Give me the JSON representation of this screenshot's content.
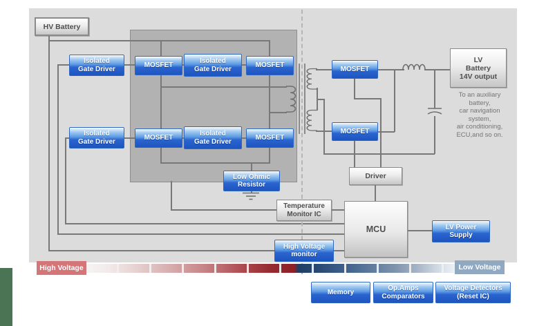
{
  "colors": {
    "canvas_bg": "#dcdcdc",
    "inner_box_bg": "#b2b2b2",
    "blue_box_top": "#a5ccf0",
    "blue_box_bottom": "#1e55c0",
    "wire": "#787878",
    "high_voltage_tag_bg": "#d47578",
    "low_voltage_tag_bg": "#90a8c0",
    "gradient_dark_red": "#8e2026",
    "gradient_dark_blue": "#1f3f66",
    "green_edge_strip": "#4b7454"
  },
  "blocks": {
    "hv_battery": {
      "label": "HV Battery"
    },
    "isolated_gate_driver": {
      "line1": "Isolated",
      "line2": "Gate Driver"
    },
    "mosfet": {
      "label": "MOSFET"
    },
    "low_ohmic_resistor": {
      "line1": "Low Ohmic",
      "line2": "Resistor"
    },
    "temperature_monitor": {
      "line1": "Temperature",
      "line2": "Monitor IC"
    },
    "high_voltage_monitor": {
      "line1": "High Voltage",
      "line2": "monitor"
    },
    "driver": {
      "label": "Driver"
    },
    "mcu": {
      "label": "MCU"
    },
    "lv_power_supply": {
      "line1": "LV Power",
      "line2": "Supply"
    },
    "lv_battery": {
      "line1": "LV",
      "line2": "Battery",
      "line3": "14V output"
    },
    "aux_note": {
      "line1": "To an auxiliary",
      "line2": "battery,",
      "line3": "car navigation",
      "line4": "system,",
      "line5": "air conditioning,",
      "line6": "ECU,and so on."
    }
  },
  "legend": {
    "high_voltage": "High Voltage",
    "low_voltage": "Low Voltage"
  },
  "bottom_components": {
    "memory": {
      "line1": "Memory"
    },
    "op_amps": {
      "line1": "Op.Amps",
      "line2": "Comparators"
    },
    "voltage_detectors": {
      "line1": "Voltage Detectors",
      "line2": "(Reset IC)"
    }
  }
}
